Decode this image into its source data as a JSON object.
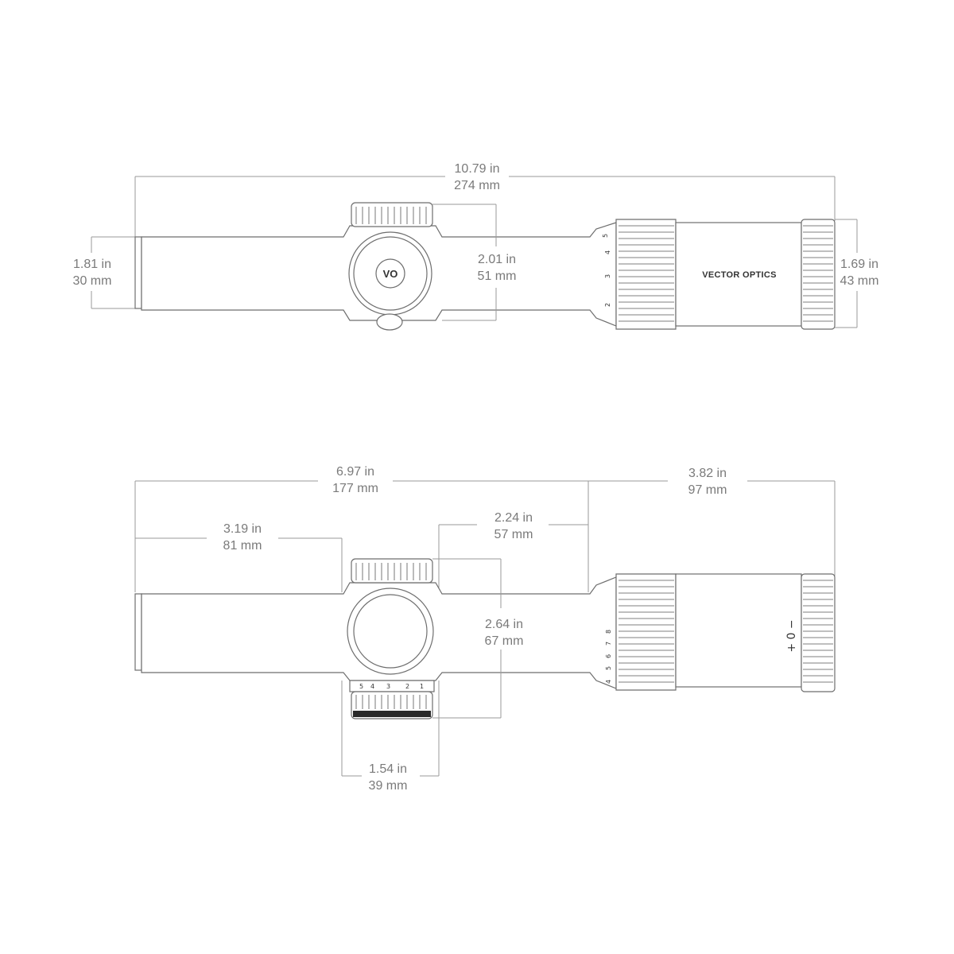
{
  "top_view": {
    "overall_length": {
      "in": "10.79 in",
      "mm": "274 mm"
    },
    "objective_diameter": {
      "in": "1.81 in",
      "mm": "30 mm"
    },
    "turret_height": {
      "in": "2.01  in",
      "mm": "51 mm"
    },
    "eyepiece_diameter": {
      "in": "1.69 in",
      "mm": "43 mm"
    },
    "brand": "VECTOR OPTICS",
    "magnification_marks": [
      "5",
      "4",
      "3",
      "2"
    ]
  },
  "side_view": {
    "front_to_ring": {
      "in": "6.97 in",
      "mm": "177 mm"
    },
    "eyepiece_length": {
      "in": "3.82  in",
      "mm": "97 mm"
    },
    "front_to_turret": {
      "in": "3.19 in",
      "mm": "81 mm"
    },
    "turret_to_ring": {
      "in": "2.24 in",
      "mm": "57 mm"
    },
    "turret_total_height": {
      "in": "2.64 in",
      "mm": "67 mm"
    },
    "turret_width": {
      "in": "1.54 in",
      "mm": "39 mm"
    },
    "magnification_marks": [
      "4",
      "5",
      "6",
      "7",
      "8"
    ],
    "illumination_marks": [
      "5",
      "4",
      "3",
      "2",
      "1"
    ],
    "diopter_mark": "+ 0 −"
  }
}
